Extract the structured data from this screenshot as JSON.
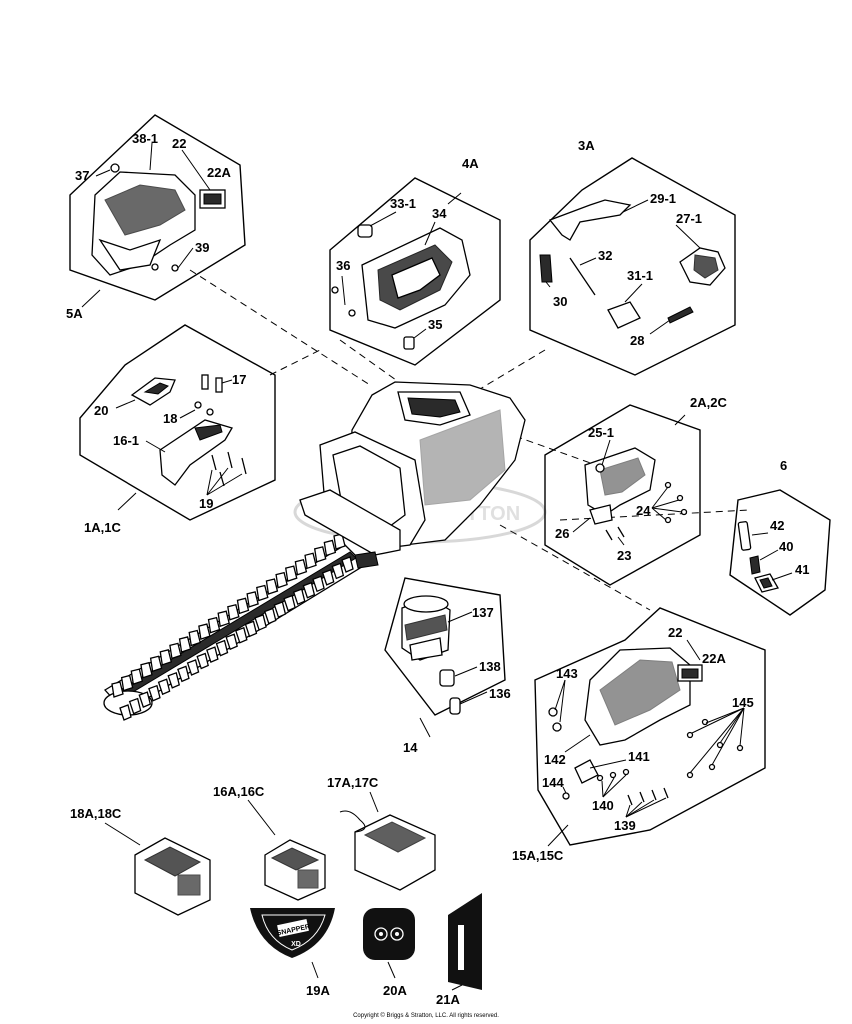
{
  "callouts": {
    "c38_1": "38-1",
    "c22a": "22",
    "c37": "37",
    "c22A_a": "22A",
    "c39": "39",
    "c5A": "5A",
    "c4A": "4A",
    "c33_1": "33-1",
    "c34": "34",
    "c36": "36",
    "c35": "35",
    "c3A": "3A",
    "c29_1": "29-1",
    "c27_1": "27-1",
    "c32": "32",
    "c30": "30",
    "c31_1": "31-1",
    "c28": "28",
    "c17": "17",
    "c20": "20",
    "c18": "18",
    "c16_1": "16-1",
    "c19": "19",
    "c1A1C": "1A,1C",
    "c2A2C": "2A,2C",
    "c25_1": "25-1",
    "c24": "24",
    "c26": "26",
    "c23": "23",
    "c6": "6",
    "c42": "42",
    "c40": "40",
    "c41": "41",
    "c137": "137",
    "c138": "138",
    "c136": "136",
    "c14": "14",
    "c22b": "22",
    "c22A_b": "22A",
    "c143": "143",
    "c145": "145",
    "c142": "142",
    "c141": "141",
    "c144": "144",
    "c140": "140",
    "c139": "139",
    "c15A15C": "15A,15C",
    "c18A18C": "18A,18C",
    "c16A16C": "16A,16C",
    "c17A17C": "17A,17C",
    "c19A": "19A",
    "c20A": "20A",
    "c21A": "21A"
  },
  "watermark": "BRIGGS&STRATTON",
  "logo_brand": "SNAPPER",
  "logo_sub": "XD",
  "copyright": "Copyright © Briggs & Stratton, LLC. All rights reserved."
}
